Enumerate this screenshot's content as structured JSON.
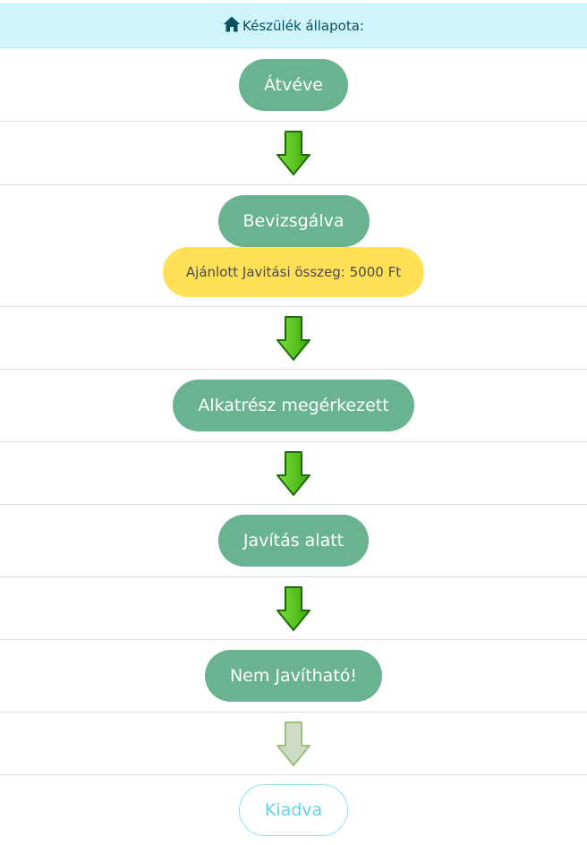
{
  "header": {
    "icon": "home-icon",
    "title": "Készülék állapota:"
  },
  "steps": [
    {
      "label": "Átvéve",
      "state": "done"
    },
    {
      "label": "Bevizsgálva",
      "state": "done",
      "note": "Ajánlott Javitási összeg: 5000 Ft"
    },
    {
      "label": "Alkatrész megérkezett",
      "state": "done"
    },
    {
      "label": "Javítás alatt",
      "state": "done"
    },
    {
      "label": "Nem Javítható!",
      "state": "done"
    },
    {
      "label": "Kiadva",
      "state": "pending"
    }
  ],
  "colors": {
    "header_bg": "#cff4fc",
    "header_text": "#055160",
    "step_done": "#6ab391",
    "step_pending_text": "#5fd3ec",
    "note_bg": "#ffe157",
    "arrow_active": "#4fc21a",
    "arrow_inactive": "#c8dcb8"
  }
}
